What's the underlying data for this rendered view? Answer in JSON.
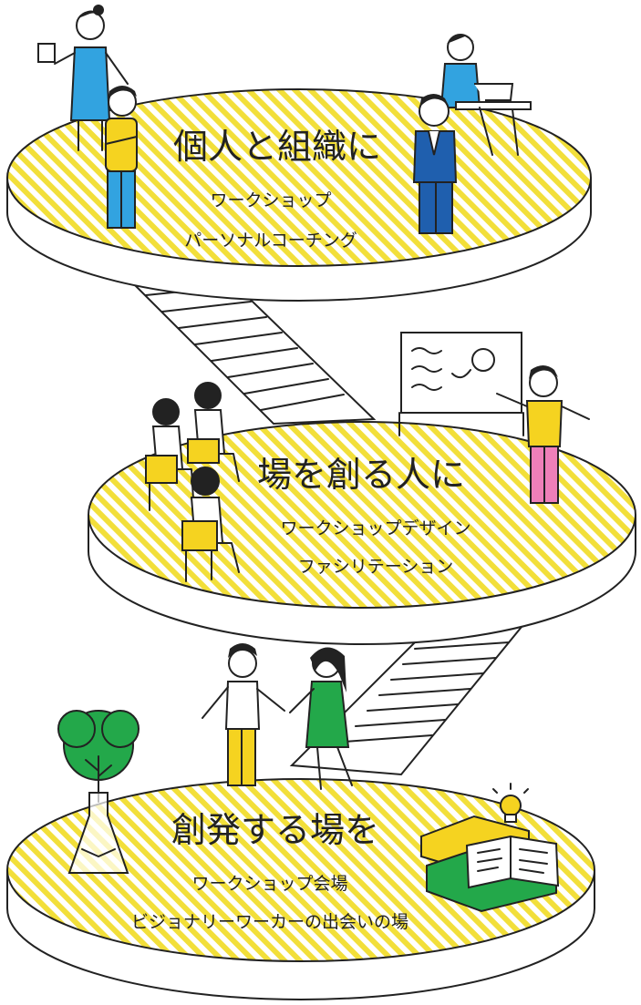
{
  "colors": {
    "stripe": "#f2df3a",
    "outline": "#222222",
    "blue": "#32a3e0",
    "yellow": "#f5d320",
    "pink": "#ee7fb9",
    "green": "#23a84a",
    "navy": "#1f5fae"
  },
  "tiers": [
    {
      "title": "個人と組織に",
      "items": [
        "ワークショップ",
        "パーソナルコーチング"
      ]
    },
    {
      "title": "場を創る人に",
      "items": [
        "ワークショップデザイン",
        "ファシリテーション"
      ]
    },
    {
      "title": "創発する場を",
      "items": [
        "ワークショップ会場",
        "ビジョナリーワーカーの出会いの場"
      ]
    }
  ],
  "icons": [
    "staircase-icon",
    "whiteboard-icon",
    "tree-flask-icon",
    "books-icon",
    "lightbulb-icon"
  ]
}
